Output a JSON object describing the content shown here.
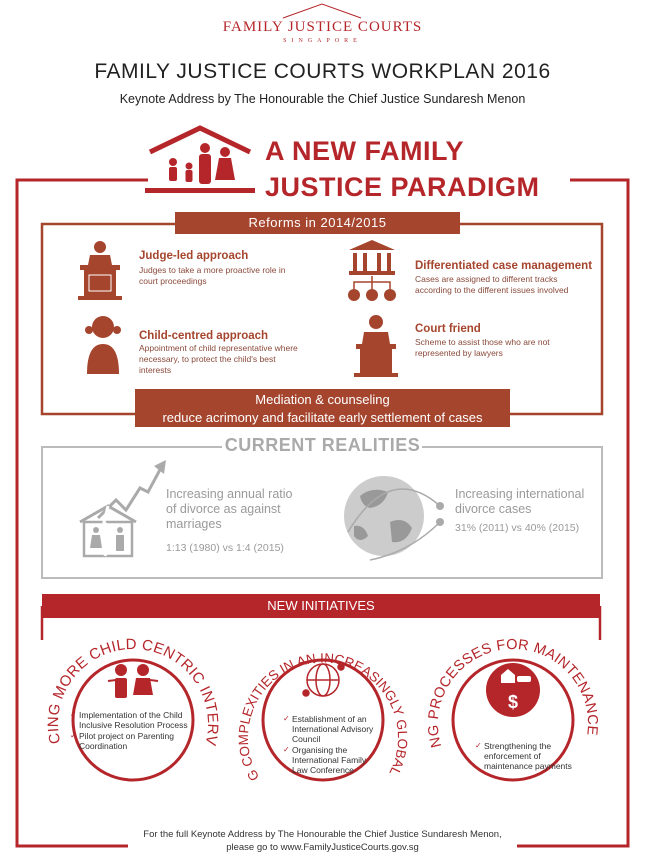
{
  "logo": {
    "title": "FAMILY JUSTICE COURTS",
    "subtitle": "SINGAPORE"
  },
  "header": {
    "title": "FAMILY JUSTICE COURTS WORKPLAN 2016",
    "subtitle": "Keynote Address by The Honourable the Chief Justice Sundaresh Menon"
  },
  "headline": {
    "line1": "A NEW FAMILY",
    "line2": "JUSTICE PARADIGM"
  },
  "reforms": {
    "band": "Reforms in 2014/2015",
    "items": [
      {
        "title": "Judge-led approach",
        "text": "Judges to take a more proactive role in court proceedings",
        "icon": "judge-icon"
      },
      {
        "title": "Differentiated case management",
        "text": "Cases are assigned to different tracks according to the different issues involved",
        "icon": "courthouse-tracks-icon"
      },
      {
        "title": "Child-centred approach",
        "text": "Appointment of child representative where necessary, to protect the child's best interests",
        "icon": "child-icon"
      },
      {
        "title": "Court friend",
        "text": "Scheme to assist those who are not represented by lawyers",
        "icon": "court-friend-icon"
      }
    ],
    "mediation_line1": "Mediation & counseling",
    "mediation_line2": "reduce acrimony and facilitate early settlement of cases"
  },
  "current_realities": {
    "title": "CURRENT REALITIES",
    "divorce": {
      "line1": "Increasing annual ratio",
      "line2": "of divorce as against",
      "line3": "marriages",
      "stat": "1:13 (1980) vs 1:4 (2015)"
    },
    "international": {
      "line1": "Increasing international",
      "line2": "divorce cases",
      "stat": "31% (2011) vs 40% (2015)"
    }
  },
  "new_initiatives": {
    "band": "NEW INITIATIVES",
    "circles": [
      {
        "arc": "INTRODUCING MORE CHILD CENTRIC INTERVENTIONS",
        "bullets": [
          "Implementation of the Child Inclusive Resolution Process",
          "Pilot project on Parenting Coordination"
        ]
      },
      {
        "arc": "ENGAGING COMPLEXITIES IN AN INCREASINGLY GLOBAL CONTEXT",
        "bullets": [
          "Establishment of an International Advisory Council",
          "Organising the International Family Law Conference"
        ]
      },
      {
        "arc": "IMPROVING PROCESSES FOR MAINTENANCE MATTERS",
        "bullets": [
          "Strengthening the enforcement of maintenance payments"
        ]
      }
    ]
  },
  "footer": {
    "line1": "For the full Keynote Address by The Honourable the Chief Justice Sundaresh Menon,",
    "line2": "please go to www.FamilyJusticeCourts.gov.sg"
  },
  "colors": {
    "primary": "#b5262b",
    "brick": "#a5452e",
    "gray": "#aaaaaa"
  }
}
